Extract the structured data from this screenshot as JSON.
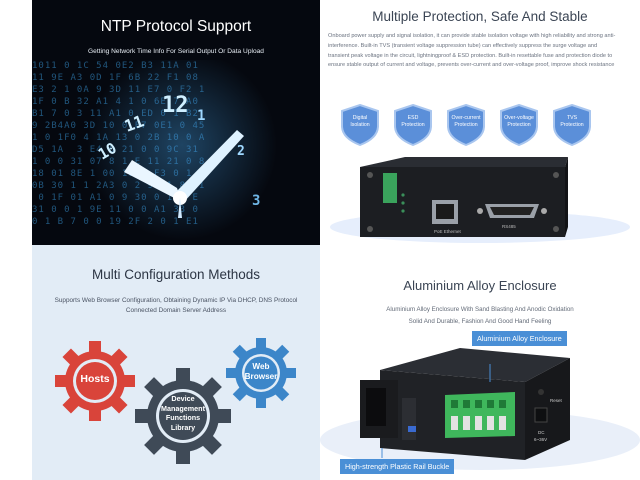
{
  "ntp": {
    "title": "NTP Protocol Support",
    "subtitle": "Getting Network Time Info For Serial Output Or Data Upload"
  },
  "protection": {
    "title": "Multiple Protection, Safe And Stable",
    "description": "Onboard power supply and signal isolation, it can provide stable isolation voltage with high reliability and strong anti-interference. Built-in TVS (transient voltage suppression tube) can effectively suppress the surge voltage and transient peak voltage in the circuit, lightningproof & ESD protection. Built-in resettable fuse and protection diode to ensure stable output of current and voltage, prevents over-current and over-voltage proof, improve shock resistance",
    "badges": [
      {
        "line1": "Digital",
        "line2": "Isolation"
      },
      {
        "line1": "ESD",
        "line2": "Protection"
      },
      {
        "line1": "Over-current",
        "line2": "Protection"
      },
      {
        "line1": "Over-voltage",
        "line2": "Protection"
      },
      {
        "line1": "TVS",
        "line2": "Protection"
      }
    ],
    "port_labels": {
      "ethernet": "PoE Ethernet",
      "serial": "RS485"
    }
  },
  "config": {
    "title": "Multi Configuration Methods",
    "description": "Supports Web Browser Configuration, Obtaining Dynamic IP Via DHCP, DNS Protocol Connected Domain Server Address",
    "gears": {
      "hosts": "Hosts",
      "device_1": "Device",
      "device_2": "Management",
      "device_3": "Functions",
      "device_4": "Library",
      "web_1": "Web",
      "web_2": "Browser"
    }
  },
  "enclosure": {
    "title": "Aluminium Alloy Enclosure",
    "description_1": "Aluminium Alloy Enclosure With Sand Blasting And Anodic Oxidation",
    "description_2": "Solid And Durable, Fashion And Good Hand Feeling",
    "callout_top": "Aluminium Alloy Enclosure",
    "callout_bottom": "High-strength Plastic Rail Buckle",
    "side_labels": {
      "reset": "Reset",
      "power": "DC",
      "volt": "6~36V"
    }
  },
  "colors": {
    "shield": "#5b8fd9",
    "gear_red": "#d9443a",
    "gear_dark": "#3f4a57",
    "gear_blue": "#3c86c9",
    "callout": "#4a8fd6"
  }
}
